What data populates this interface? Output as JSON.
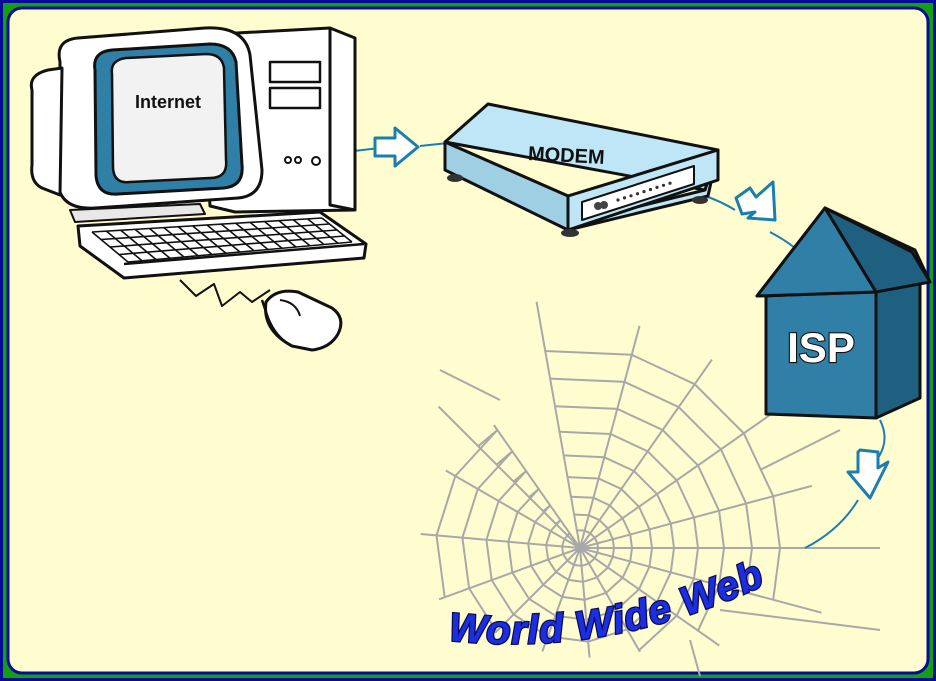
{
  "diagram": {
    "computer": {
      "screen_label": "Internet"
    },
    "modem": {
      "label": "MODEM"
    },
    "isp": {
      "label": "ISP"
    },
    "web": {
      "label": "World Wide Web"
    }
  },
  "colors": {
    "background": "#FFFDD0",
    "border_outer": "#0A0A9A",
    "border_green": "#12A012",
    "modem_fill": "#BFE6F6",
    "isp_fill": "#2F7FA6",
    "arrow_stroke": "#1A7FB0",
    "web_text": "#1B2FE0",
    "cobweb": "#A8A8A8"
  },
  "icons": [
    "computer-icon",
    "keyboard-icon",
    "mouse-icon",
    "modem-icon",
    "isp-house-icon",
    "cobweb-icon",
    "arrow-icon"
  ]
}
